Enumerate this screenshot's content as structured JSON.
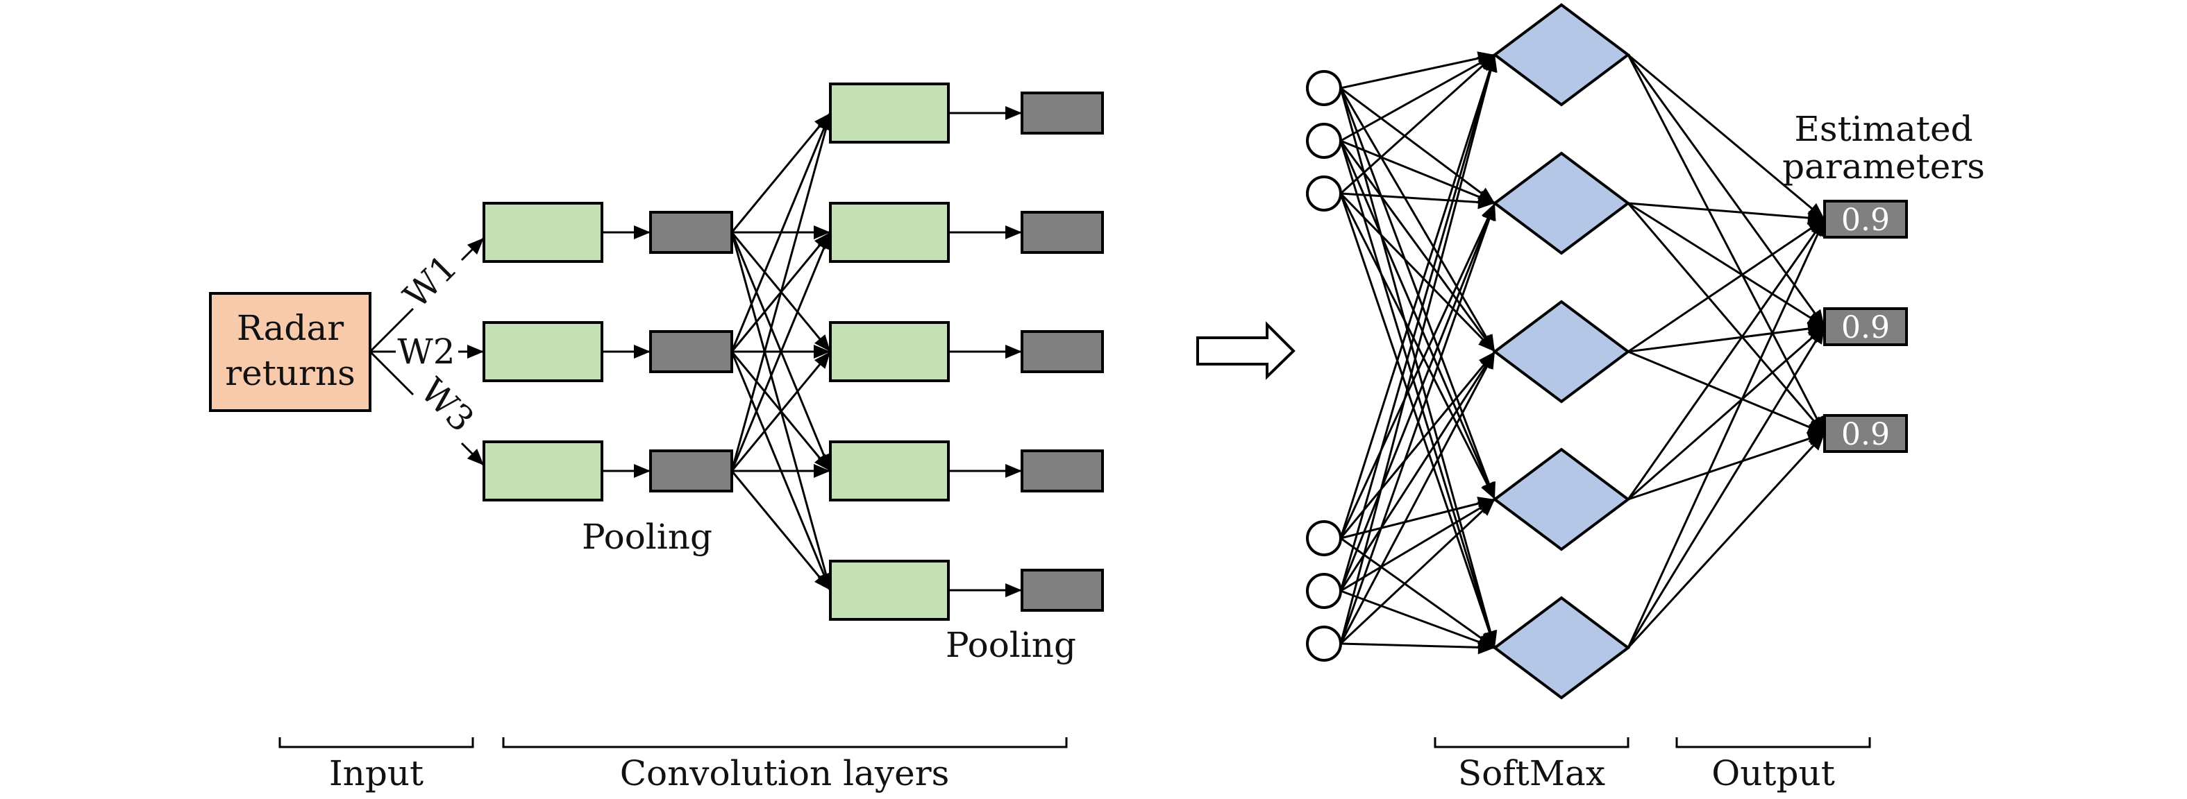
{
  "diagram": {
    "title": "CNN radar parameter estimation pipeline",
    "colors": {
      "input_fill": "#F7CAAC",
      "conv_fill": "#C5E0B4",
      "pool_fill": "#808080",
      "softmax_fill": "#B4C7E7",
      "output_fill": "#808080",
      "stroke": "#000000",
      "output_text": "#FFFFFF"
    },
    "input_node": {
      "line1": "Radar",
      "line2": "returns"
    },
    "weights": [
      "W1",
      "W2",
      "W3"
    ],
    "conv_layer_1": {
      "count": 3
    },
    "pool_layer_1": {
      "count": 3,
      "label": "Pooling"
    },
    "conv_layer_2": {
      "count": 5
    },
    "pool_layer_2": {
      "count": 5,
      "label": "Pooling"
    },
    "transition_arrow": "hollow-right-arrow",
    "dense_inputs": {
      "count_top": 3,
      "count_bottom": 3
    },
    "softmax_nodes": {
      "count": 5
    },
    "output_label": {
      "line1": "Estimated",
      "line2": "parameters"
    },
    "outputs": [
      {
        "value": "0.9"
      },
      {
        "value": "0.9"
      },
      {
        "value": "0.9"
      }
    ],
    "sections": [
      {
        "id": "input",
        "label": "Input"
      },
      {
        "id": "conv",
        "label": "Convolution layers"
      },
      {
        "id": "softmax",
        "label": "SoftMax"
      },
      {
        "id": "output",
        "label": "Output"
      }
    ]
  }
}
